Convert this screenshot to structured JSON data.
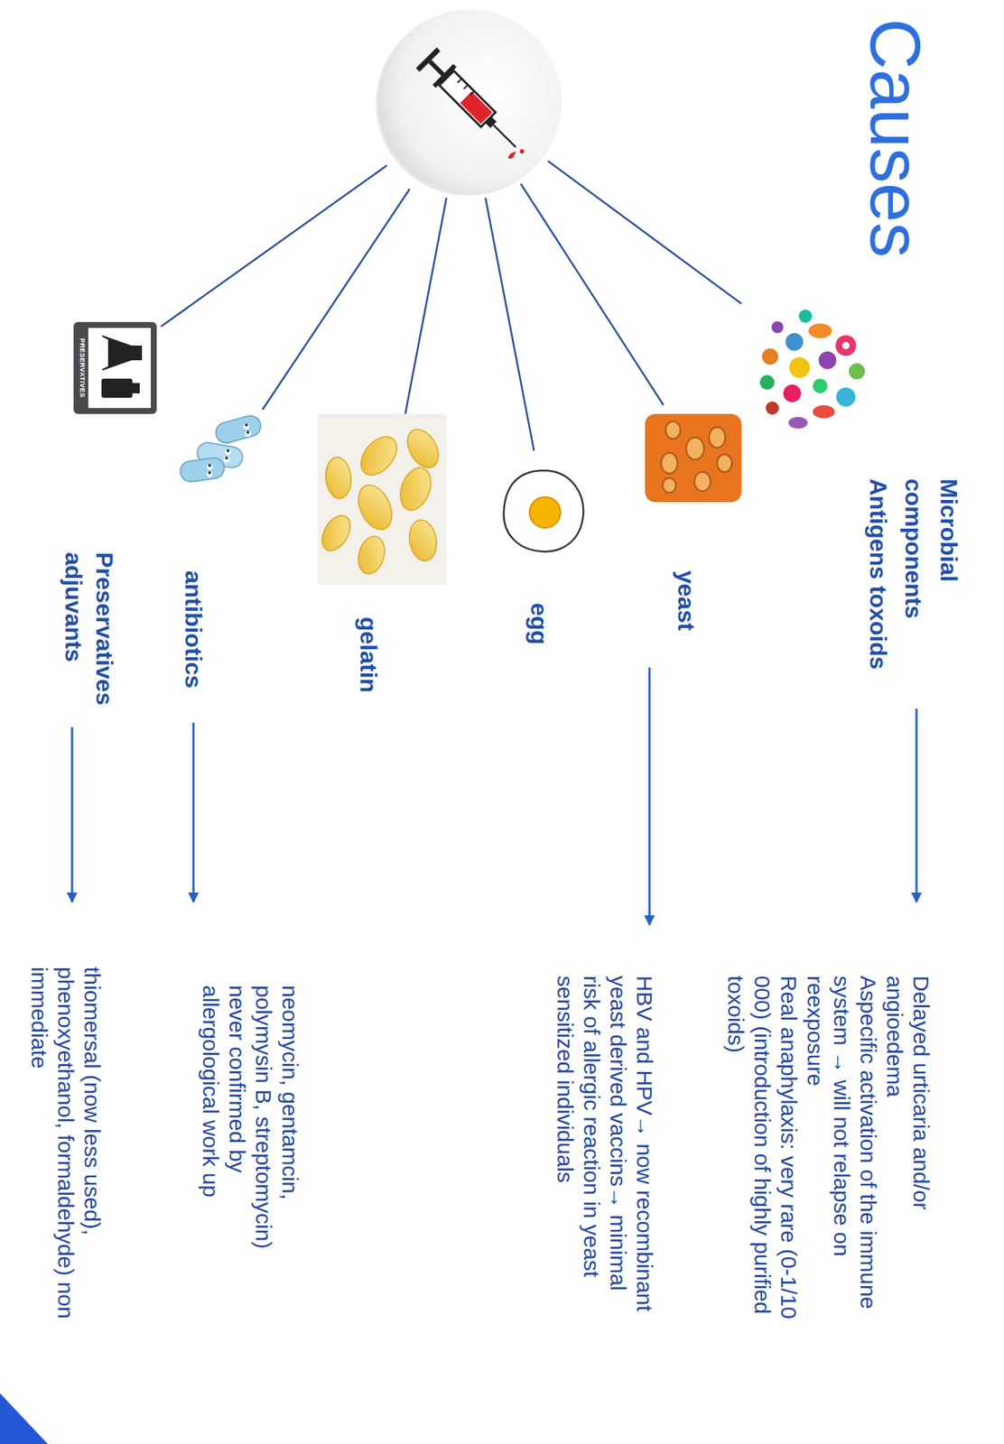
{
  "diagram": {
    "title": "Causes",
    "labels": [
      "Microbial components Antigens toxoids",
      "yeast",
      "egg",
      "gelatin",
      "antibiotics",
      "Preservatives adjuvants",
      "PRESERVATIVES",
      "Delayed urticaria and/or angioedema",
      "Aspecific activation of the immune system → will not relapse on reexposure",
      "Real anaphylaxis: very rare (0-1/10 000) (introduction of highly purified toxoids)",
      "HBV and HPV→ now recombinant yeast derived vaccins→ minimal risk of allergic reaction in yeast sensitized individuals",
      "neomycin, gentamcin, polymysin B, streptomycin) never confirmed by allergological work up",
      "thiomersal (now less used), phenoxyethanol, formaldehyde) non immediate"
    ]
  }
}
